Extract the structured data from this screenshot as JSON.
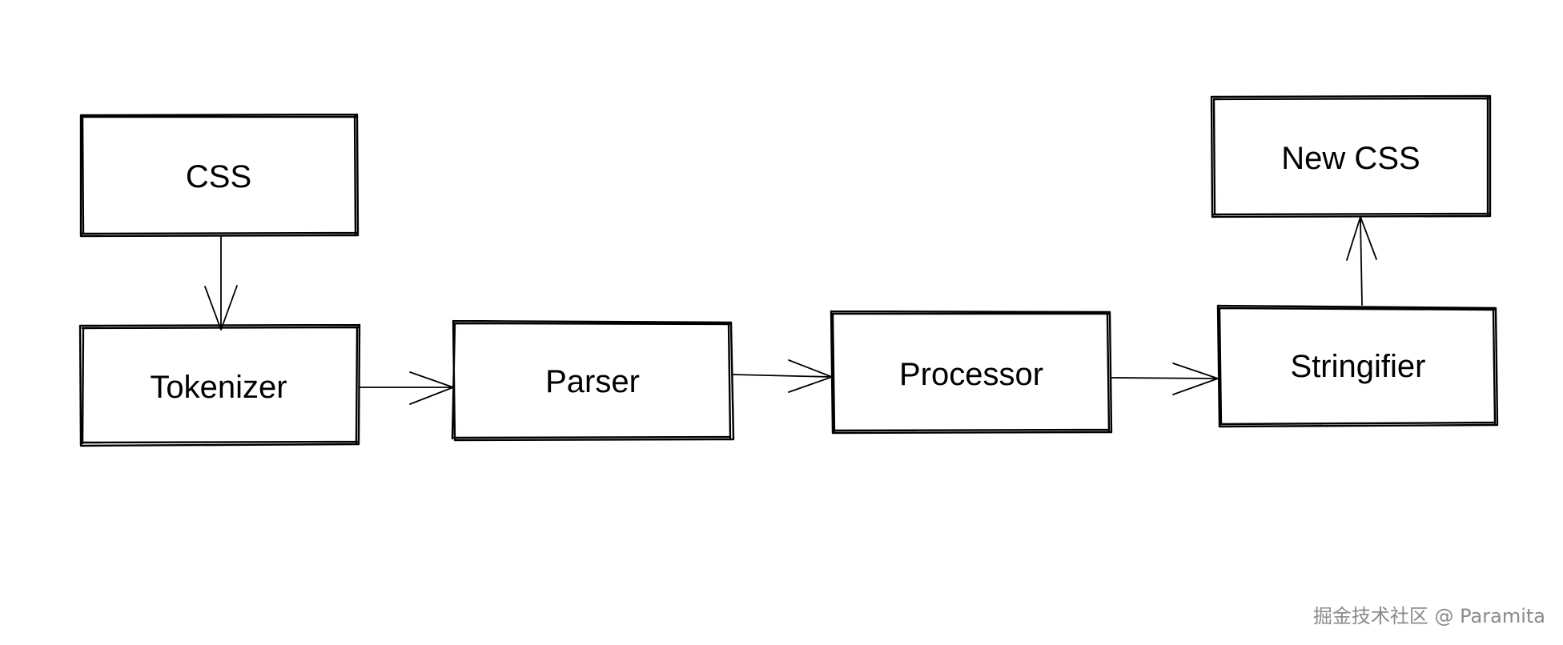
{
  "diagram": {
    "nodes": [
      {
        "id": "css",
        "label": "CSS"
      },
      {
        "id": "tokenizer",
        "label": "Tokenizer"
      },
      {
        "id": "parser",
        "label": "Parser"
      },
      {
        "id": "processor",
        "label": "Processor"
      },
      {
        "id": "stringifier",
        "label": "Stringifier"
      },
      {
        "id": "new-css",
        "label": "New CSS"
      }
    ],
    "edges": [
      {
        "from": "css",
        "to": "tokenizer"
      },
      {
        "from": "tokenizer",
        "to": "parser"
      },
      {
        "from": "parser",
        "to": "processor"
      },
      {
        "from": "processor",
        "to": "stringifier"
      },
      {
        "from": "stringifier",
        "to": "new-css"
      }
    ]
  },
  "watermark": "掘金技术社区 @ Paramita",
  "colors": {
    "stroke": "#000000",
    "background": "#ffffff",
    "watermark": "#8a8a8a"
  }
}
